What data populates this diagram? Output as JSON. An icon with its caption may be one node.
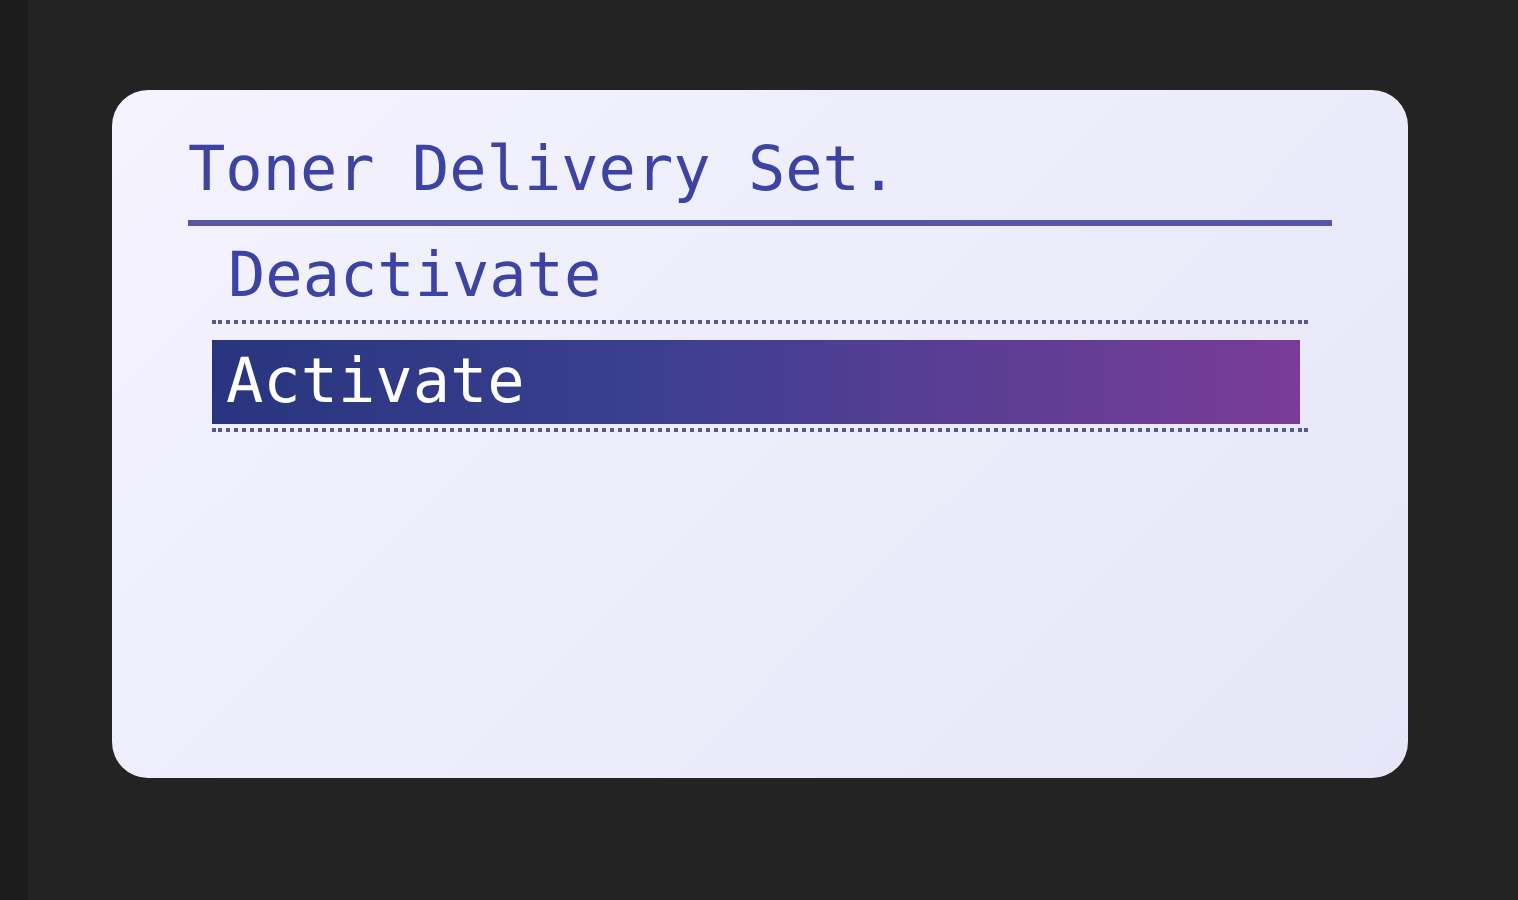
{
  "diagram": {
    "title": "Toner Delivery Set.",
    "labels": [
      "Deactivate",
      "Activate"
    ]
  }
}
